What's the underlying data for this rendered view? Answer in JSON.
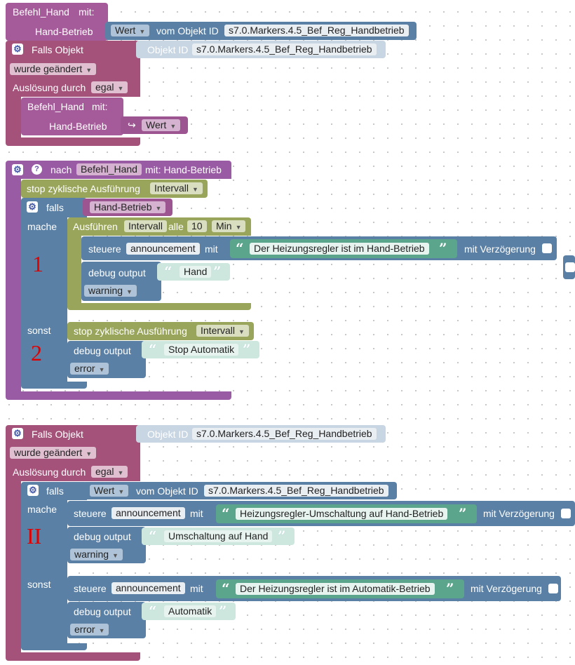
{
  "blocks": {
    "block1": {
      "func_call": "Befehl_Hand",
      "mit": "mit:",
      "param": "Hand-Betrieb",
      "value_dropdown": "Wert",
      "vom_objekt_id": "vom Objekt ID",
      "object_id": "s7.0.Markers.4.5_Bef_Reg_Handbetrieb"
    },
    "block2": {
      "falls_objekt": "Falls Objekt",
      "objekt_id_label": "Objekt ID",
      "object_id": "s7.0.Markers.4.5_Bef_Reg_Handbetrieb",
      "wurde_geaendert": "wurde geändert",
      "ausloesung_durch": "Auslösung durch",
      "egal": "egal",
      "inner_call": "Befehl_Hand",
      "inner_mit": "mit:",
      "inner_param": "Hand-Betrieb",
      "inner_value": "Wert"
    },
    "block3": {
      "nach": "nach",
      "func_name": "Befehl_Hand",
      "mit_param": "mit: Hand-Betrieb",
      "stop_label": "stop zyklische Ausführung",
      "stop_var": "Intervall",
      "falls": "falls",
      "falls_param": "Hand-Betrieb",
      "mache": "mache",
      "ausfuehren": "Ausführen",
      "intervall": "Intervall",
      "alle": "alle",
      "every_value": "10",
      "unit": "Min",
      "steuere": "steuere",
      "announcement": "announcement",
      "mit": "mit",
      "message": "Der Heizungsregler ist im Hand-Betrieb",
      "mit_verzoegerung": "mit Verzögerung",
      "debug_output": "debug output",
      "debug_text": "Hand",
      "warning": "warning",
      "sonst": "sonst",
      "stop2_label": "stop zyklische Ausführung",
      "stop2_var": "Intervall",
      "debug2_text": "Stop Automatik",
      "error": "error",
      "marker1": "1",
      "marker2": "2"
    },
    "block4": {
      "falls_objekt": "Falls Objekt",
      "objekt_id_label": "Objekt ID",
      "object_id": "s7.0.Markers.4.5_Bef_Reg_Handbetrieb",
      "wurde_geaendert": "wurde geändert",
      "ausloesung_durch": "Auslösung durch",
      "egal": "egal",
      "falls": "falls",
      "wert": "Wert",
      "vom_objekt_id": "vom Objekt ID",
      "object_id2": "s7.0.Markers.4.5_Bef_Reg_Handbetrieb",
      "mache": "mache",
      "steuere": "steuere",
      "announcement": "announcement",
      "mit": "mit",
      "message1": "Heizungsregler-Umschaltung auf Hand-Betrieb",
      "mit_verzoegerung": "mit Verzögerung",
      "debug_output": "debug output",
      "debug_text1": "Umschaltung auf Hand",
      "warning": "warning",
      "sonst": "sonst",
      "message2": "Der Heizungsregler ist im Automatik-Betrieb",
      "debug_text2": "Automatik",
      "error": "error",
      "marker": "II"
    }
  },
  "colors": {
    "procedure": "#a55b99",
    "event": "#a5527a",
    "logic": "#5b80a5",
    "timer": "#99a55b",
    "text": "#5ba58c"
  }
}
